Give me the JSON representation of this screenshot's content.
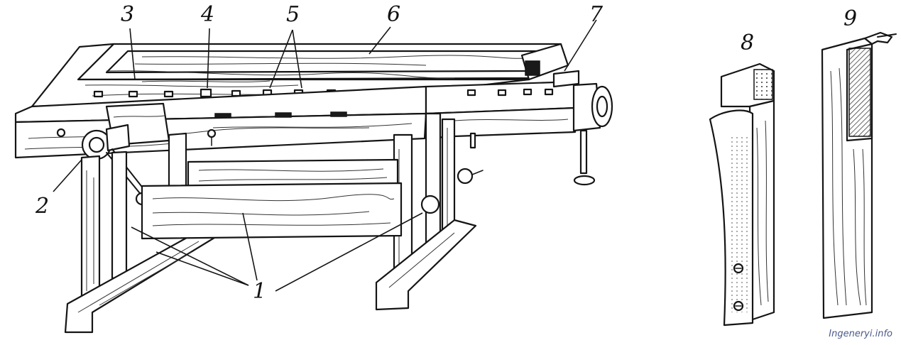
{
  "labels": {
    "l1": "1",
    "l2": "2",
    "l3": "3",
    "l4": "4",
    "l5": "5",
    "l6": "6",
    "l7": "7",
    "l8": "8",
    "l9": "9"
  },
  "watermark": "Ingeneryi.info"
}
